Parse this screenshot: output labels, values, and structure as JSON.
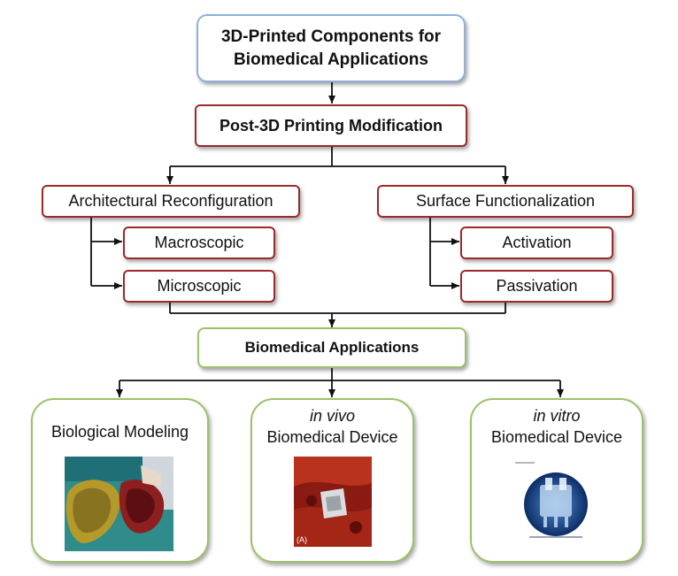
{
  "root": {
    "line1": "3D-Printed Components for",
    "line2": "Biomedical Applications"
  },
  "step": {
    "label": "Post-3D Printing Modification"
  },
  "left_branch": {
    "label": "Architectural Reconfiguration",
    "children": [
      "Macroscopic",
      "Microscopic"
    ]
  },
  "right_branch": {
    "label": "Surface Functionalization",
    "children": [
      "Activation",
      "Passivation"
    ]
  },
  "applications": {
    "label": "Biomedical Applications"
  },
  "cards": [
    {
      "title": "Biological Modeling",
      "image": "heart-model-photo"
    },
    {
      "title_italic": "in vivo",
      "title": "Biomedical Device",
      "image": "surgical-implant-photo",
      "image_caption": "(A)"
    },
    {
      "title_italic": "in vitro",
      "title": "Biomedical Device",
      "image": "microfluidic-chip-photo"
    }
  ],
  "colors": {
    "root_border": "#8fb1d8",
    "modification_border": "#9c2a2a",
    "application_border": "#9bc26a"
  }
}
